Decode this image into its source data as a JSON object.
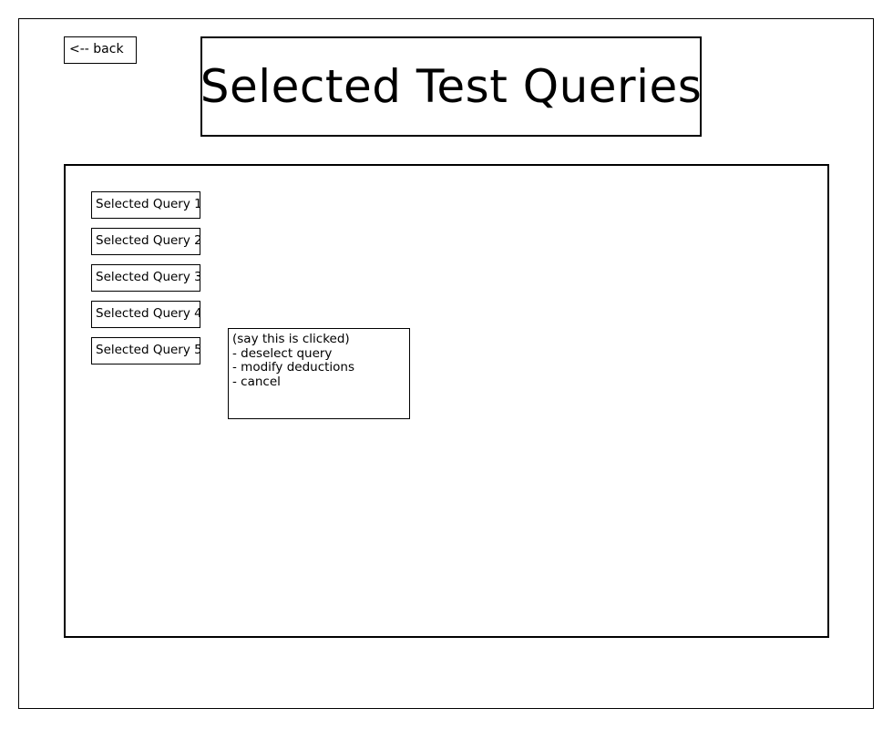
{
  "back_button": {
    "label": "<-- back"
  },
  "page_title": "Selected Test Queries",
  "queries": [
    {
      "label": "Selected Query 1"
    },
    {
      "label": "Selected Query 2"
    },
    {
      "label": "Selected Query 3"
    },
    {
      "label": "Selected Query 4"
    },
    {
      "label": "Selected Query 5"
    }
  ],
  "context_menu": {
    "note": "(say this is clicked)",
    "items": [
      {
        "label": "- deselect query"
      },
      {
        "label": "- modify deductions"
      },
      {
        "label": "- cancel"
      }
    ]
  }
}
